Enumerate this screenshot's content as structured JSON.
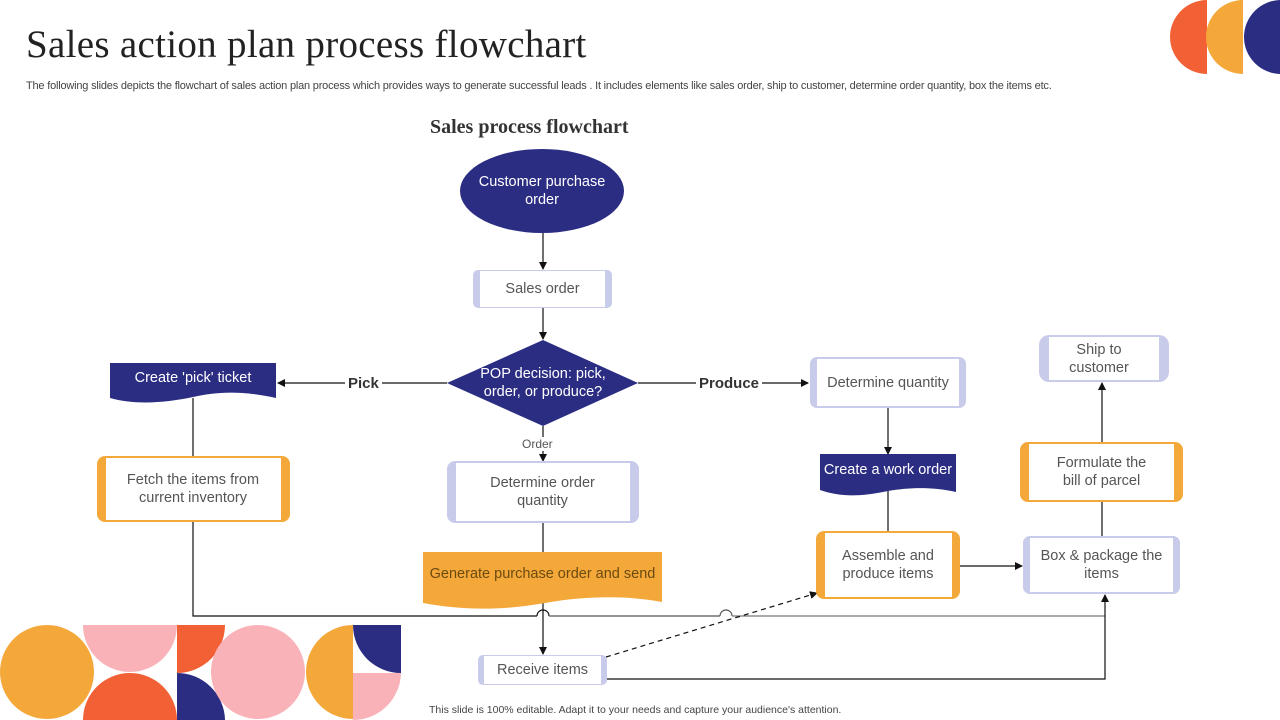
{
  "header": {
    "title": "Sales action plan process flowchart",
    "subtitle": "The following slides depicts the flowchart of sales action plan process which provides ways to generate successful leads . It includes elements like sales order, ship to customer, determine order quantity, box the items etc."
  },
  "flowchart": {
    "title": "Sales process flowchart",
    "nodes": {
      "customer_purchase_order": "Customer purchase order",
      "sales_order": "Sales order",
      "pop_decision": "POP decision: pick, order, or produce?",
      "create_pick_ticket": "Create 'pick' ticket",
      "fetch_items": "Fetch the items from current inventory",
      "determine_order_quantity": "Determine order quantity",
      "generate_purchase_order": "Generate purchase order and send",
      "receive_items": "Receive items",
      "determine_quantity": "Determine quantity",
      "create_work_order": "Create a work order",
      "assemble_produce": "Assemble and produce items",
      "box_package": "Box & package the items",
      "formulate_bill": "Formulate the bill of parcel",
      "ship_customer": "Ship to customer"
    },
    "edge_labels": {
      "pick": "Pick",
      "produce": "Produce",
      "order": "Order"
    }
  },
  "footer": {
    "note": "This slide is 100% editable.  Adapt it to your needs and capture your audience's attention."
  },
  "colors": {
    "navy": "#2b2d83",
    "orange": "#f5a83a",
    "red_orange": "#f26135",
    "pink": "#f9b3b8",
    "lavender": "#c9cbea"
  }
}
